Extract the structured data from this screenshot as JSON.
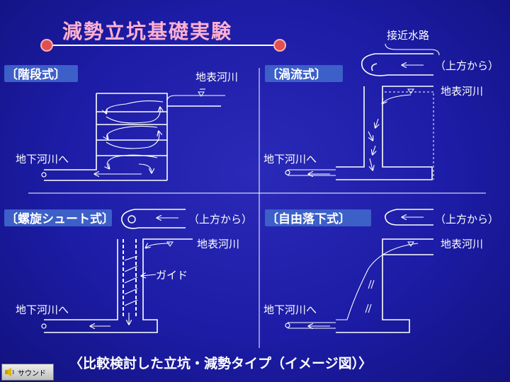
{
  "title": "減勢立坑基礎実験",
  "caption": "〈比較検討した立坑・減勢タイプ（イメージ図）〉",
  "sections": {
    "stepped": {
      "heading": "〔階段式〕",
      "surface_river": "地表河川",
      "underground_river": "地下河川へ"
    },
    "vortex": {
      "heading": "〔渦流式〕",
      "approach_channel": "接近水路",
      "from_above": "（上方から）",
      "surface_river": "地表河川",
      "underground_river": "地下河川へ"
    },
    "spiral": {
      "heading": "〔螺旋シュート式〕",
      "from_above": "（上方から）",
      "surface_river": "地表河川",
      "guide": "ガイド",
      "underground_river": "地下河川へ"
    },
    "free_fall": {
      "heading": "〔自由落下式〕",
      "from_above": "（上方から）",
      "surface_river": "地表河川",
      "underground_river": "地下河川へ"
    }
  },
  "sound_button": {
    "label": "サウンド"
  },
  "colors": {
    "background": "#1c1ca6",
    "title": "#ffb0d0",
    "heading_bg": "#3c5fc8",
    "line": "#ffffff",
    "dot": "#e05050"
  }
}
